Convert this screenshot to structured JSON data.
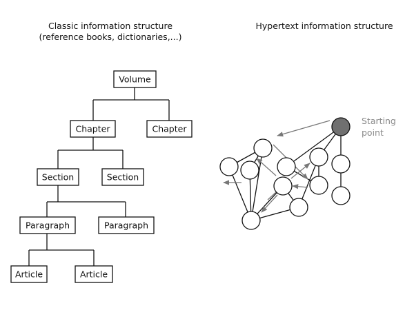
{
  "left": {
    "title_line1": "Classic information structure",
    "title_line2": "(reference books, dictionaries,...)",
    "nodes": {
      "volume": "Volume",
      "chapter_1": "Chapter",
      "chapter_2": "Chapter",
      "section_1": "Section",
      "section_2": "Section",
      "paragraph_1": "Paragraph",
      "paragraph_2": "Paragraph",
      "article_1": "Article",
      "article_2": "Article"
    }
  },
  "right": {
    "title": "Hypertext information structure",
    "start_label_line1": "Starting",
    "start_label_line2": "point"
  },
  "colors": {
    "line": "#111111",
    "arrow_gray": "#777777",
    "start_node": "#707070",
    "node_fill": "#ffffff"
  }
}
